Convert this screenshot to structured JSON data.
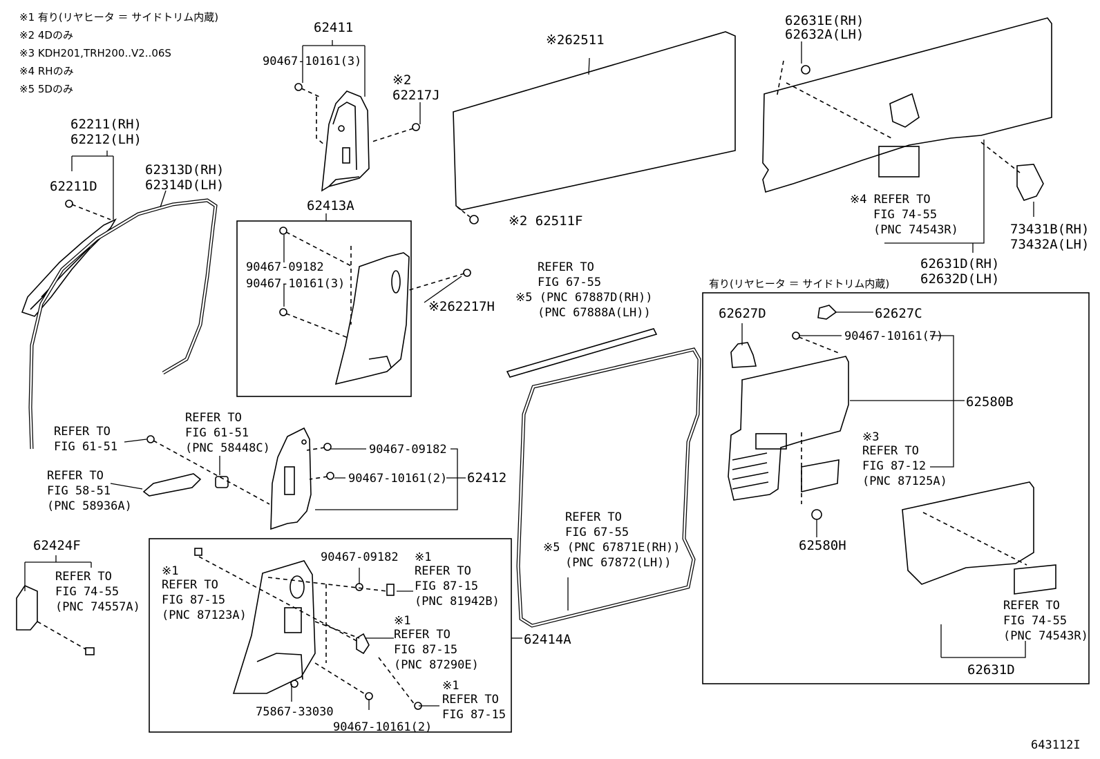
{
  "notes": [
    "※1 有り(リヤヒータ ＝ サイドトリム内蔵)",
    "※2 4Dのみ",
    "※3 KDH201,TRH200..V2..06S",
    "※4 RHのみ",
    "※5 5Dのみ"
  ],
  "parts": {
    "p62411": "62411",
    "p90467_10161_3a": "90467-10161(3)",
    "p62217J_note": "※2",
    "p62217J": "62217J",
    "p62211_rh": "62211(RH)",
    "p62212_lh": "62212(LH)",
    "p62211D": "62211D",
    "p62313D_rh": "62313D(RH)",
    "p62314D_lh": "62314D(LH)",
    "p62413A": "62413A",
    "p90467_09182_a": "90467-09182",
    "p90467_10161_3b": "90467-10161(3)",
    "p62217H": "※262217H",
    "p62511": "※262511",
    "p62511F": "※2 62511F",
    "p62631E_rh": "62631E(RH)",
    "p62632A_lh": "62632A(LH)",
    "p73431B_rh": "73431B(RH)",
    "p73432A_lh": "73432A(LH)",
    "p62631D_rh": "62631D(RH)",
    "p62632D_lh": "62632D(LH)",
    "p62412": "62412",
    "p90467_09182_b": "90467-09182",
    "p90467_10161_2a": "90467-10161(2)",
    "p62424F": "62424F",
    "p90467_09182_c": "90467-09182",
    "p75867_33030": "75867-33030",
    "p90467_10161_2b": "90467-10161(2)",
    "p62414A": "62414A",
    "p62627D": "62627D",
    "p62627C": "62627C",
    "p90467_10161_7": "90467-10161(7)",
    "p62580B": "62580B",
    "p62580H": "62580H",
    "p62631D": "62631D",
    "box_header": "有り(リヤヒータ ＝ サイドトリム内蔵)",
    "fig_id": "643112I"
  },
  "refers": {
    "r_a": [
      "※4 REFER TO",
      "FIG 74-55",
      "(PNC 74543R)"
    ],
    "r_b": [
      "REFER TO",
      "FIG 67-55",
      "※5 (PNC 67887D(RH))",
      "(PNC 67888A(LH))"
    ],
    "r_c": [
      "REFER TO",
      "FIG 61-51"
    ],
    "r_d": [
      "REFER TO",
      "FIG 61-51",
      "(PNC 58448C)"
    ],
    "r_e": [
      "REFER TO",
      "FIG 58-51",
      "(PNC 58936A)"
    ],
    "r_f": [
      "REFER TO",
      "FIG 74-55",
      "(PNC 74557A)"
    ],
    "r_g": [
      "※1",
      "REFER TO",
      "FIG 87-15",
      "(PNC 87123A)"
    ],
    "r_h": [
      "※1",
      "REFER TO",
      "FIG 87-15",
      "(PNC 81942B)"
    ],
    "r_i": [
      "※1",
      "REFER TO",
      "FIG 87-15",
      "(PNC 87290E)"
    ],
    "r_j": [
      "※1",
      "REFER TO",
      "FIG 87-15"
    ],
    "r_k": [
      "REFER TO",
      "FIG 67-55",
      "※5 (PNC 67871E(RH))",
      "(PNC 67872(LH))"
    ],
    "r_l": [
      "※3",
      "REFER TO",
      "FIG 87-12",
      "(PNC 87125A)"
    ],
    "r_m": [
      "REFER TO",
      "FIG 74-55",
      "(PNC 74543R)"
    ]
  }
}
